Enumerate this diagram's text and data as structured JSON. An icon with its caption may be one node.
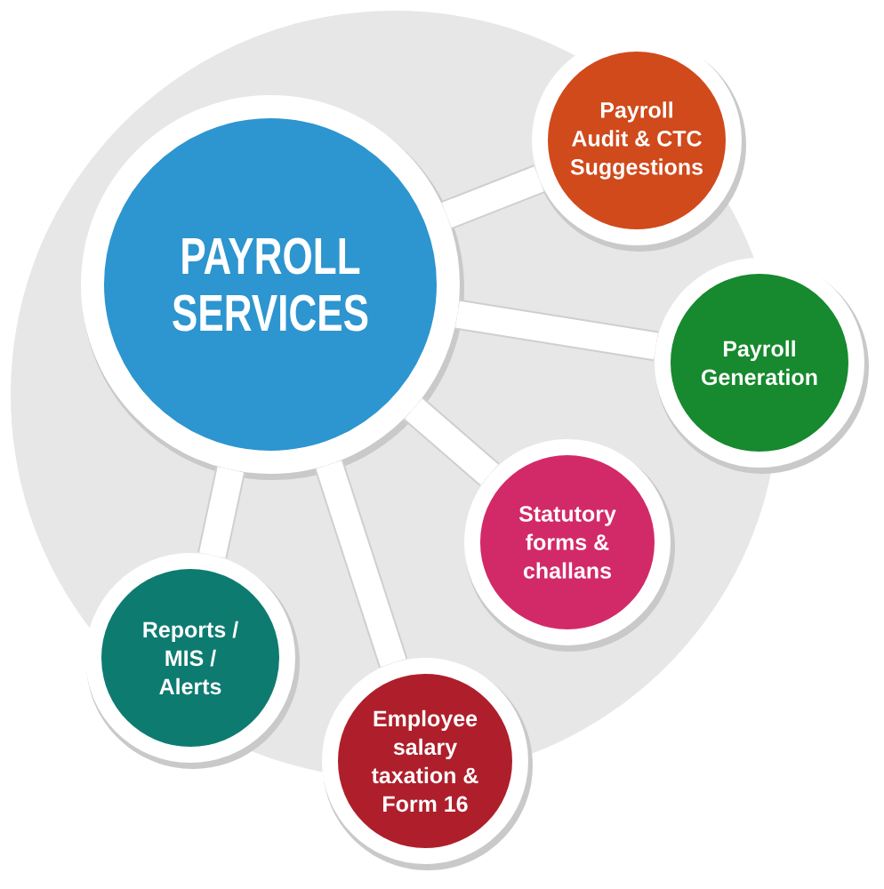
{
  "diagram": {
    "nodes": [
      {
        "text": [
          "PAYROLL SERVICES"
        ]
      },
      {
        "text": [
          "Payroll Audit & CTC Suggestions"
        ]
      },
      {
        "text": [
          "Payroll Generation"
        ]
      },
      {
        "text": [
          "Statutory forms & challans"
        ]
      },
      {
        "text": [
          "Reports / MIS / Alerts"
        ]
      },
      {
        "text": [
          "Employee salary taxation & Form 16"
        ]
      }
    ],
    "edges": [
      {
        "from": 0,
        "to": 1,
        "arrow": "none"
      },
      {
        "from": 0,
        "to": 2,
        "arrow": "none"
      },
      {
        "from": 0,
        "to": 3,
        "arrow": "none"
      },
      {
        "from": 0,
        "to": 4,
        "arrow": "none"
      },
      {
        "from": 0,
        "to": 5,
        "arrow": "none"
      }
    ]
  }
}
